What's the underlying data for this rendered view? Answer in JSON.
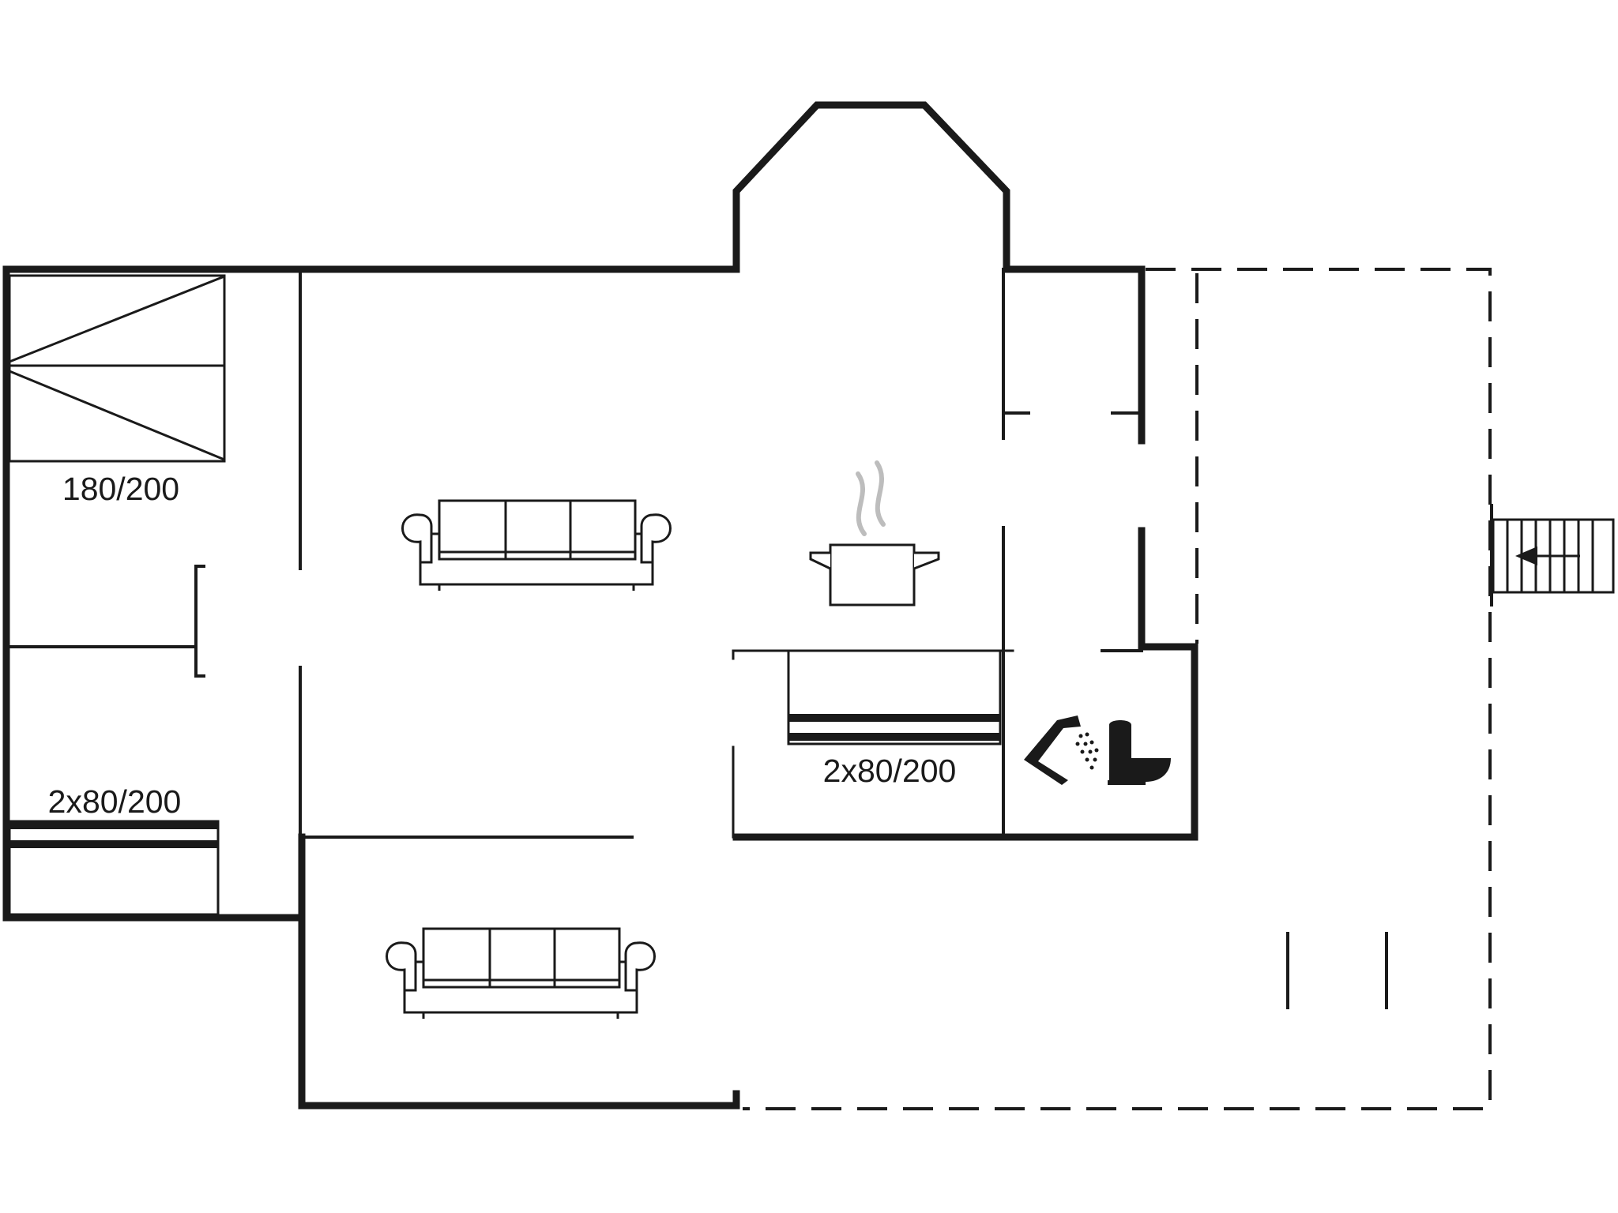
{
  "floorplan": {
    "rooms": [
      {
        "id": "bedroom-1",
        "bed_label": "180/200"
      },
      {
        "id": "bedroom-2",
        "bed_label": "2x80/200"
      },
      {
        "id": "bedroom-3",
        "bed_label": "2x80/200"
      }
    ],
    "icons": {
      "sofa": "sofa-icon",
      "kitchen": "cooking-pot-icon",
      "shower": "shower-icon",
      "toilet": "toilet-icon",
      "entrance": "entrance-arrow-icon"
    },
    "colors": {
      "wall": "#1a1a1a",
      "background": "#ffffff",
      "steam": "#bdbdbd"
    }
  }
}
